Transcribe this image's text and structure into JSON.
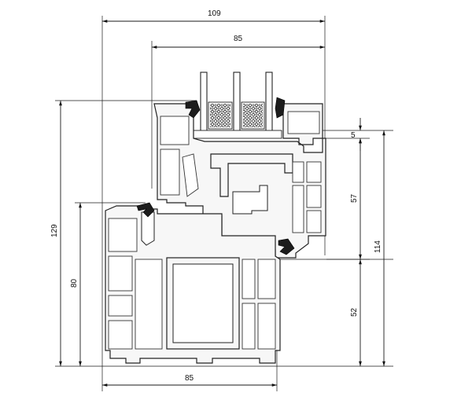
{
  "dimensions": {
    "overall_width": "109",
    "sash_width": "85",
    "frame_width": "85",
    "overall_height": "129",
    "frame_height": "80",
    "total_height": "114",
    "upper_height": "57",
    "lower_height": "52",
    "offset": "5"
  }
}
